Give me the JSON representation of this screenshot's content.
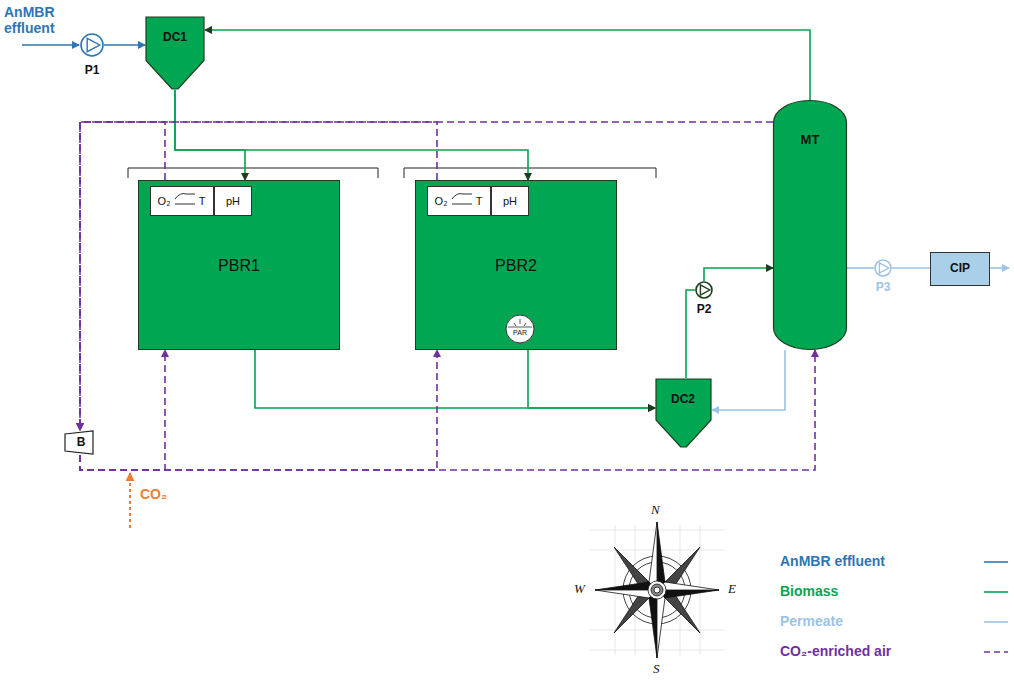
{
  "diagram": {
    "nodes": [
      {
        "text": [
          "P1"
        ]
      },
      {
        "text": [
          "DC1"
        ]
      },
      {
        "text": [
          "PBR1"
        ]
      },
      {
        "text": [
          "O₂",
          "T"
        ],
        "in": 2
      },
      {
        "text": [
          "pH"
        ],
        "in": 2
      },
      {
        "text": [
          "PBR2"
        ]
      },
      {
        "text": [
          "O₂",
          "T"
        ],
        "in": 5
      },
      {
        "text": [
          "pH"
        ],
        "in": 5
      },
      {
        "text": [
          "PAR"
        ],
        "in": 5
      },
      {
        "text": [
          "MT"
        ]
      },
      {
        "text": [
          "P2"
        ]
      },
      {
        "text": [
          "P3"
        ]
      },
      {
        "text": [
          "CIP"
        ]
      },
      {
        "text": [
          "DC2"
        ]
      },
      {
        "text": [
          "B"
        ]
      }
    ],
    "edges": [
      {
        "from": 0,
        "to": 1,
        "arrow": "to"
      },
      {
        "from": 1,
        "to": 2,
        "arrow": "to"
      },
      {
        "from": 1,
        "to": 5,
        "arrow": "to"
      },
      {
        "from": 2,
        "to": 13,
        "arrow": "to"
      },
      {
        "from": 5,
        "to": 13,
        "arrow": "to"
      },
      {
        "from": 13,
        "to": 10,
        "arrow": "none"
      },
      {
        "from": 10,
        "to": 9,
        "arrow": "to"
      },
      {
        "from": 9,
        "to": 1,
        "arrow": "to"
      },
      {
        "from": 9,
        "to": 11,
        "arrow": "none"
      },
      {
        "from": 11,
        "to": 12,
        "arrow": "none"
      },
      {
        "from": 9,
        "to": 13,
        "arrow": "to"
      },
      {
        "from": 2,
        "to": 14,
        "arrow": "to"
      },
      {
        "from": 5,
        "to": 14,
        "arrow": "to"
      },
      {
        "from": 9,
        "to": 14,
        "arrow": "to"
      },
      {
        "from": 14,
        "to": 2,
        "arrow": "to"
      },
      {
        "from": 14,
        "to": 5,
        "arrow": "to"
      },
      {
        "from": 14,
        "to": 9,
        "arrow": "to"
      }
    ],
    "labels": [
      "AnMBR effluent",
      "CO₂",
      "N",
      "E",
      "S",
      "W"
    ],
    "legend": [
      {
        "text": "AnMBR effluent"
      },
      {
        "text": "Biomass"
      },
      {
        "text": "Permeate"
      },
      {
        "text": "CO₂-enriched air"
      }
    ]
  }
}
